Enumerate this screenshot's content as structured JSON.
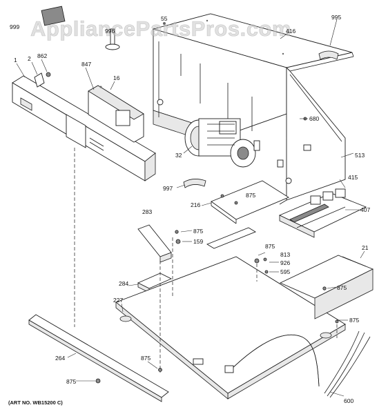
{
  "watermark": "AppliancePartsPros.com",
  "art_number": "(ART NO. WB15200 C)",
  "callouts": [
    "999",
    "996",
    "55",
    "416",
    "995",
    "1",
    "2",
    "862",
    "847",
    "16",
    "680",
    "513",
    "32",
    "997",
    "415",
    "875",
    "216",
    "407",
    "283",
    "875",
    "159",
    "875",
    "813",
    "926",
    "595",
    "21",
    "875",
    "284",
    "227",
    "875",
    "264",
    "875",
    "875",
    "600"
  ]
}
